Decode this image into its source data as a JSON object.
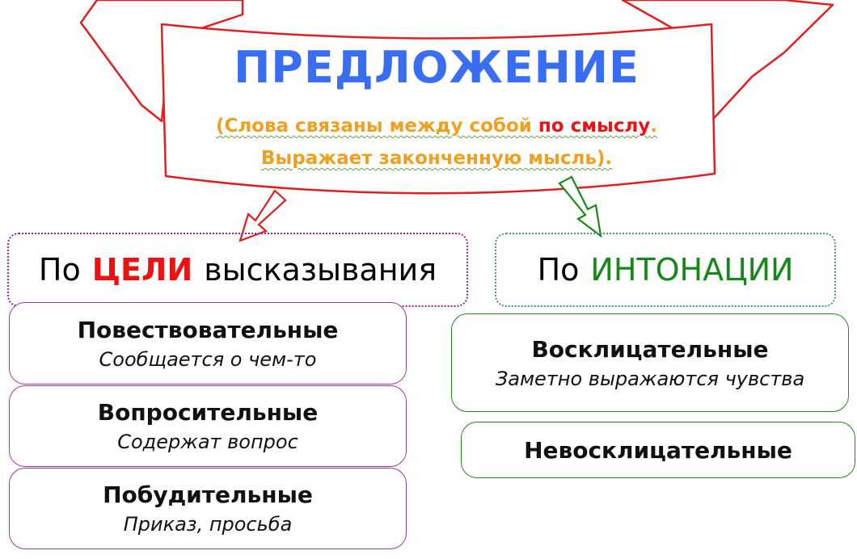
{
  "title": "ПРЕДЛОЖЕНИЕ",
  "definition": {
    "line1_start": "(Слова связаны  между собой ",
    "line1_highlight": "по смыслу",
    "line1_end": ".",
    "line2": "Выражает законченную мысль)."
  },
  "branches": [
    {
      "prefix": "По",
      "keyword": "ЦЕЛИ",
      "suffix": "высказывания",
      "keyword_color": "#ee1111",
      "types": [
        {
          "name": "Повествовательные",
          "description": "Сообщается о чем-то"
        },
        {
          "name": "Вопросительные",
          "description": "Содержат вопрос"
        },
        {
          "name": "Побудительные",
          "description": "Приказ, просьба"
        }
      ]
    },
    {
      "prefix": "По",
      "keyword": "ИНТОНАЦИИ",
      "keyword_color": "#14891a",
      "types": [
        {
          "name": "Восклицательные",
          "description": "Заметно выражаются чувства"
        },
        {
          "name": "Невосклицательные"
        }
      ]
    }
  ],
  "colors": {
    "title": "#3a6ef2",
    "definition": "#f0a020",
    "ribbon_outline": "#e02020",
    "arrow_left": "#e02020",
    "arrow_right": "#1a8a1a"
  }
}
